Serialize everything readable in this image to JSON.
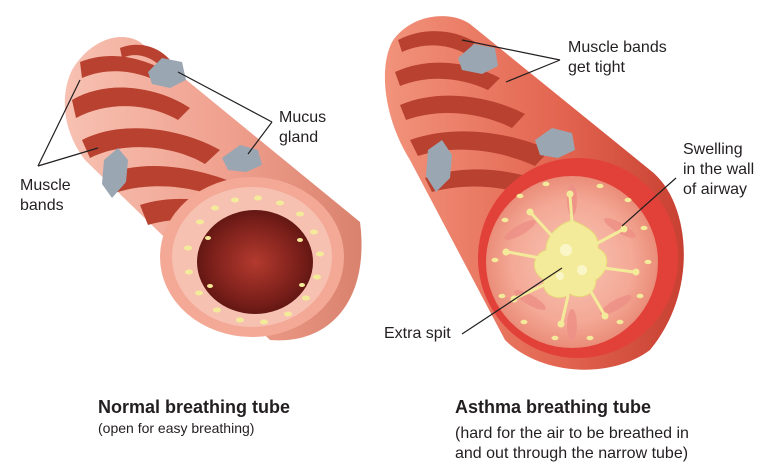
{
  "normal": {
    "labels": {
      "muscle_bands_l1": "Muscle",
      "muscle_bands_l2": "bands",
      "mucus_gland_l1": "Mucus",
      "mucus_gland_l2": "gland"
    },
    "title": "Normal breathing tube",
    "subtitle": "(open for easy breathing)"
  },
  "asthma": {
    "labels": {
      "muscle_tight_l1": "Muscle bands",
      "muscle_tight_l2": "get tight",
      "swelling_l1": "Swelling",
      "swelling_l2": "in the wall",
      "swelling_l3": "of airway",
      "extra_spit": "Extra spit"
    },
    "title": "Asthma breathing tube",
    "subtitle_l1": "(hard for the air to be breathed in",
    "subtitle_l2": "and out through the narrow tube)"
  },
  "colors": {
    "tissue": "#f0a08e",
    "tissue_light": "#f7c1b2",
    "muscle": "#b8412f",
    "gland": "#9aa6b2",
    "inflamed": "#e2413a",
    "mucus": "#f4eb9a",
    "lumen": "#7a1f1a"
  }
}
